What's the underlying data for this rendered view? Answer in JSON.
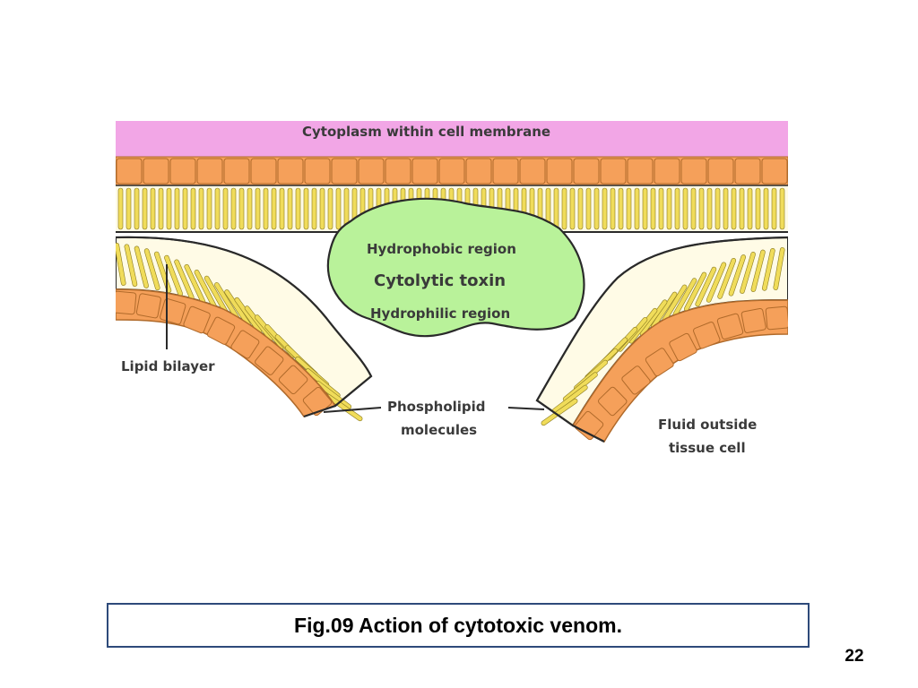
{
  "diagram": {
    "labels": {
      "cytoplasm": "Cytoplasm within cell membrane",
      "hydrophobic": "Hydrophobic region",
      "toxin": "Cytolytic toxin",
      "hydrophilic": "Hydrophilic region",
      "lipid_bilayer": "Lipid bilayer",
      "phospholipid_line1": "Phospholipid",
      "phospholipid_line2": "molecules",
      "fluid_line1": "Fluid outside",
      "fluid_line2": "tissue cell"
    },
    "colors": {
      "cytoplasm": "#f2a6e6",
      "head": "#f5a05a",
      "tail": "#f0dc5a",
      "toxin": "#b9f29a",
      "outline": "#2a2a2a"
    }
  },
  "caption": "Fig.09 Action of cytotoxic venom.",
  "page_number": "22"
}
